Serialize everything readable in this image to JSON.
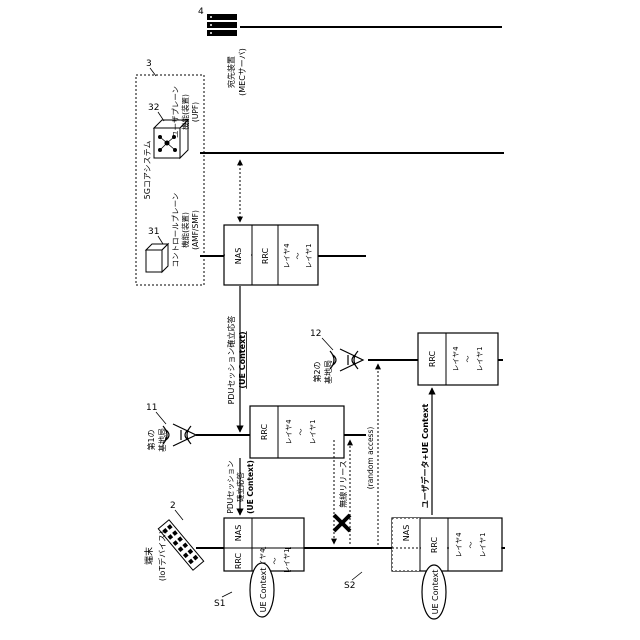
{
  "figure": {
    "labels": {
      "ref_2": "2",
      "ref_3": "3",
      "ref_4": "4",
      "ref_11": "11",
      "ref_12": "12",
      "ref_31": "31",
      "ref_32": "32",
      "s1": "S1",
      "s2": "S2"
    },
    "terminal": {
      "name": "端末",
      "sub": "(IoTデバイス)"
    },
    "bs1": {
      "name": "第1の",
      "sub": "基地局"
    },
    "bs2": {
      "name": "第2の",
      "sub": "基地局"
    },
    "core": {
      "name": "5Gコアシステム"
    },
    "cp": {
      "line1": "コントロールプレーン",
      "line2": "機能(装置)",
      "line3": "(AMF/SMF)"
    },
    "up": {
      "line1": "ユーザプレーン",
      "line2": "機能(装置)",
      "line3": "(UPF)"
    },
    "dest": {
      "line1": "宛先装置",
      "line2": "(MECサーバ)"
    },
    "stack": {
      "nas": "NAS",
      "rrc": "RRC",
      "l4": "レイヤ4",
      "tilde": "〜",
      "l1": "レイヤ1"
    },
    "ue_context": "UE Context",
    "messages": {
      "pdu_resp_line1": "PDUセッション確立応答",
      "pdu_resp_line2": "(UE Context)",
      "pdu_bs_line1": "PDUセッション",
      "pdu_bs_line2": "確立応答",
      "pdu_bs_line3": "(UE Context)",
      "radio_release": "無線リリース",
      "random_access": "(random access)",
      "user_data": "ユーザデータ+UE Context"
    }
  }
}
